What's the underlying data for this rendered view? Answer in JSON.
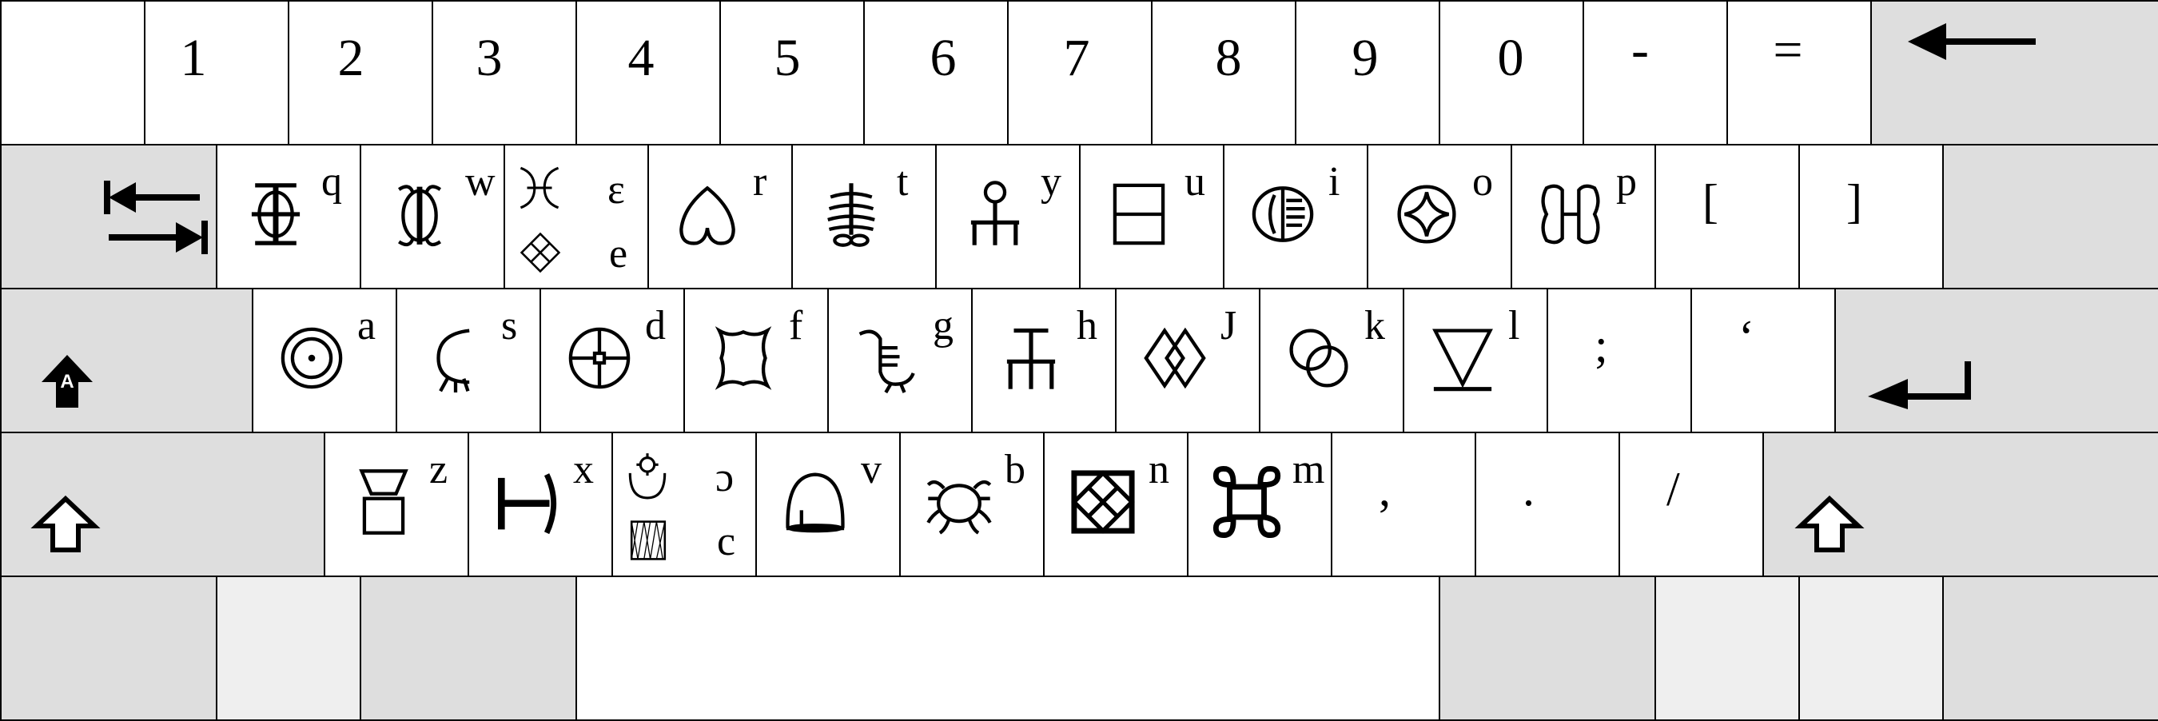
{
  "keyboard": {
    "colors": {
      "key_fill": "#ffffff",
      "modifier_fill": "#dedede",
      "light_modifier_fill": "#efefef",
      "border": "#000000"
    },
    "rows": [
      {
        "name": "number-row",
        "keys": [
          {
            "id": "backtick",
            "label": "",
            "style": "white"
          },
          {
            "id": "1",
            "label": "1"
          },
          {
            "id": "2",
            "label": "2"
          },
          {
            "id": "3",
            "label": "3"
          },
          {
            "id": "4",
            "label": "4"
          },
          {
            "id": "5",
            "label": "5"
          },
          {
            "id": "6",
            "label": "6"
          },
          {
            "id": "7",
            "label": "7"
          },
          {
            "id": "8",
            "label": "8"
          },
          {
            "id": "9",
            "label": "9"
          },
          {
            "id": "0",
            "label": "0"
          },
          {
            "id": "minus",
            "label": "-"
          },
          {
            "id": "equals",
            "label": "="
          },
          {
            "id": "backspace",
            "label": "",
            "style": "gray",
            "icon": "backspace-arrow-icon"
          }
        ]
      },
      {
        "name": "q-row",
        "keys": [
          {
            "id": "tab",
            "style": "gray",
            "icon": "tab-icon"
          },
          {
            "id": "q",
            "label": "q",
            "symbol": "q-symbol-icon"
          },
          {
            "id": "w",
            "label": "w",
            "symbol": "w-symbol-icon"
          },
          {
            "id": "e",
            "label": "e",
            "label_top": "ɛ",
            "symbol": "e-symbol-icon",
            "symbol2": "e-diamond-symbol-icon"
          },
          {
            "id": "r",
            "label": "r",
            "symbol": "r-symbol-icon"
          },
          {
            "id": "t",
            "label": "t",
            "symbol": "t-symbol-icon"
          },
          {
            "id": "y",
            "label": "y",
            "symbol": "y-symbol-icon"
          },
          {
            "id": "u",
            "label": "u",
            "symbol": "u-symbol-icon"
          },
          {
            "id": "i",
            "label": "i",
            "symbol": "i-symbol-icon"
          },
          {
            "id": "o",
            "label": "o",
            "symbol": "o-symbol-icon"
          },
          {
            "id": "p",
            "label": "p",
            "symbol": "p-symbol-icon"
          },
          {
            "id": "lbracket",
            "label": "["
          },
          {
            "id": "rbracket",
            "label": "]"
          },
          {
            "id": "backslash",
            "label": "",
            "style": "gray"
          }
        ]
      },
      {
        "name": "a-row",
        "keys": [
          {
            "id": "capslock",
            "style": "gray",
            "icon": "caps-lock-icon",
            "icon_letter": "A"
          },
          {
            "id": "a",
            "label": "a",
            "symbol": "a-symbol-icon"
          },
          {
            "id": "s",
            "label": "s",
            "symbol": "s-symbol-icon"
          },
          {
            "id": "d",
            "label": "d",
            "symbol": "d-symbol-icon"
          },
          {
            "id": "f",
            "label": "f",
            "symbol": "f-symbol-icon"
          },
          {
            "id": "g",
            "label": "g",
            "symbol": "g-symbol-icon"
          },
          {
            "id": "h",
            "label": "h",
            "symbol": "h-symbol-icon"
          },
          {
            "id": "j",
            "label": "J",
            "symbol": "j-symbol-icon"
          },
          {
            "id": "k",
            "label": "k",
            "symbol": "k-symbol-icon"
          },
          {
            "id": "l",
            "label": "l",
            "symbol": "l-symbol-icon"
          },
          {
            "id": "semicolon",
            "label": ";"
          },
          {
            "id": "quote",
            "label": "‘"
          },
          {
            "id": "enter",
            "style": "gray",
            "icon": "enter-icon"
          }
        ]
      },
      {
        "name": "z-row",
        "keys": [
          {
            "id": "lshift",
            "style": "gray",
            "icon": "shift-icon"
          },
          {
            "id": "z",
            "label": "z",
            "symbol": "z-symbol-icon"
          },
          {
            "id": "x",
            "label": "x",
            "symbol": "x-symbol-icon"
          },
          {
            "id": "c",
            "label": "c",
            "label_top": "ɔ",
            "symbol": "c-symbol-icon",
            "symbol2": "c-drum-symbol-icon"
          },
          {
            "id": "v",
            "label": "v",
            "symbol": "v-symbol-icon"
          },
          {
            "id": "b",
            "label": "b",
            "symbol": "b-symbol-icon"
          },
          {
            "id": "n",
            "label": "n",
            "symbol": "n-symbol-icon"
          },
          {
            "id": "m",
            "label": "m",
            "symbol": "m-symbol-icon"
          },
          {
            "id": "comma",
            "label": ","
          },
          {
            "id": "period",
            "label": "."
          },
          {
            "id": "slash",
            "label": "/"
          },
          {
            "id": "rshift",
            "style": "gray",
            "icon": "shift-icon"
          }
        ]
      },
      {
        "name": "bottom-row",
        "keys": [
          {
            "id": "lctrl",
            "style": "gray"
          },
          {
            "id": "lwin",
            "style": "lgray"
          },
          {
            "id": "lalt",
            "style": "gray"
          },
          {
            "id": "space",
            "style": "white"
          },
          {
            "id": "ralt",
            "style": "gray"
          },
          {
            "id": "rwin",
            "style": "lgray"
          },
          {
            "id": "menu",
            "style": "lgray"
          },
          {
            "id": "rctrl",
            "style": "gray"
          }
        ]
      }
    ]
  }
}
